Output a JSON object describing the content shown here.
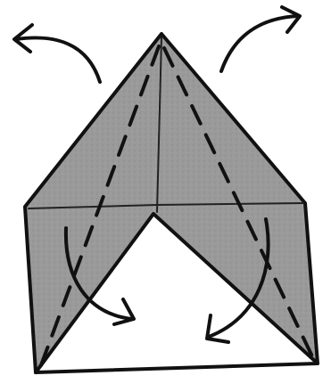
{
  "colors": {
    "paper": "#9c9c9c",
    "ink": "#111111",
    "background": "#ffffff"
  },
  "diagram": {
    "subject": "origami-fold-step",
    "arrows": [
      "curved-arrow-upper-left",
      "curved-arrow-upper-right",
      "curved-arrow-lower-left",
      "curved-arrow-lower-right"
    ]
  }
}
